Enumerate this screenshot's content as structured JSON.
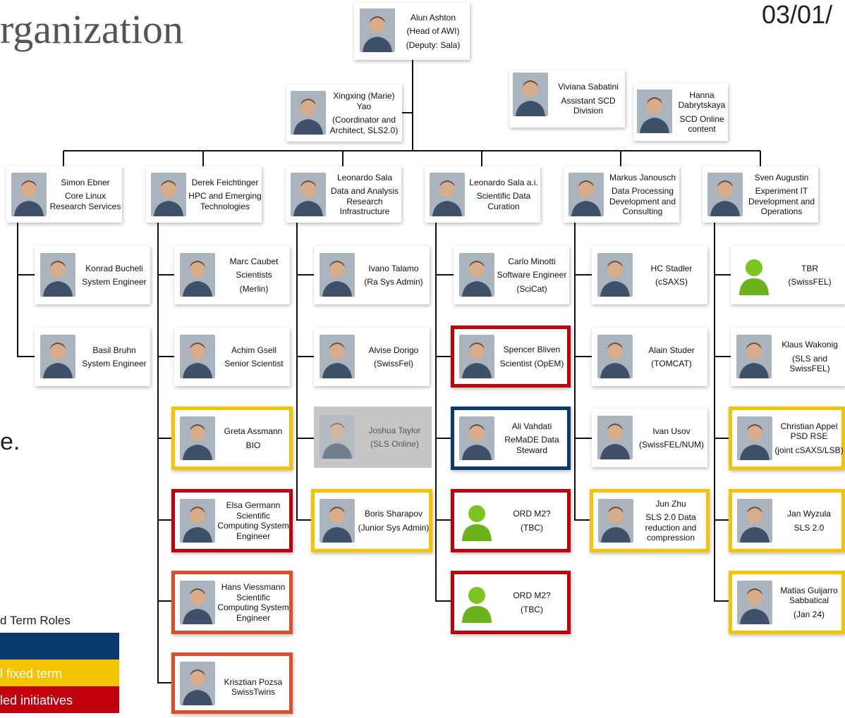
{
  "header": {
    "title": "rganization",
    "date": "03/01/",
    "side_text": "e."
  },
  "legend": {
    "title": "d Term Roles",
    "items": [
      {
        "label": "",
        "color": "#0b3a6f"
      },
      {
        "label": "l fixed term",
        "color": "#f5c400"
      },
      {
        "label": "led initiatives",
        "color": "#c0000c"
      }
    ]
  },
  "colors": {
    "yellow": "#f5c400",
    "red": "#c0000c",
    "orange": "#d94f2b",
    "blue": "#0b3a6f"
  },
  "head": {
    "name": "Alun Ashton",
    "role": "(Head of AWI)",
    "deputy": "(Deputy: Sala)"
  },
  "staff": [
    {
      "name": "Xingxing (Marie)",
      "name2": "Yao",
      "role": "(Coordinator and",
      "role2": "Architect, SLS2.0)"
    },
    {
      "name": "Viviana Sabatini",
      "role": "Assistant SCD",
      "role2": "Division"
    },
    {
      "name": "Hanna",
      "name2": "Dabrytskaya",
      "role": "SCD Online",
      "role2": "content"
    }
  ],
  "groups": [
    {
      "lead": "Simon Ebner",
      "role": "Core Linux",
      "role2": "Research Services"
    },
    {
      "lead": "Derek Feichtinger",
      "role": "HPC and Emerging",
      "role2": "Technologies"
    },
    {
      "lead": "Leonardo Sala",
      "role": "Data and Analysis",
      "role2": "Research",
      "role3": "Infrastructure"
    },
    {
      "lead": "Leonardo Sala a.i.",
      "role": "Scientific Data",
      "role2": "Curation"
    },
    {
      "lead": "Markus Janousch",
      "role": "Data Processing",
      "role2": "Development and",
      "role3": "Consulting"
    },
    {
      "lead": "Sven Augustin",
      "role": "Experiment IT",
      "role2": "Development and",
      "role3": "Operations"
    }
  ],
  "members": {
    "col1": [
      {
        "name": "Konrad Bucheli",
        "role": "System Engineer"
      },
      {
        "name": "Basil Bruhn",
        "role": "System Engineer"
      }
    ],
    "col2": [
      {
        "name": "Marc Caubet",
        "role": "Scientists",
        "role2": "(Merlin)"
      },
      {
        "name": "Achim Gsell",
        "role": "Senior Scientist"
      },
      {
        "name": "Greta Assmann",
        "role": "BIO",
        "status": "yellow"
      },
      {
        "name": "Elsa Germann",
        "role": "Scientific",
        "role2": "Computing System",
        "role3": "Engineer",
        "status": "red"
      },
      {
        "name": "Hans  Viessmann",
        "role": "Scientific",
        "role2": "Computing System",
        "role3": "Engineer",
        "status": "orange"
      },
      {
        "name": "Krisztian Pozsa",
        "role": "SwissTwins",
        "status": "orange"
      }
    ],
    "col3": [
      {
        "name": "Ivano Talamo",
        "role": "(Ra Sys Admin)"
      },
      {
        "name": "Alvise Dorigo",
        "role": "(SwissFel)"
      },
      {
        "name": "Joshua Taylor",
        "role": "(SLS Online)",
        "status": "grey"
      },
      {
        "name": "Boris Sharapov",
        "role": "(Junior Sys Admin)",
        "status": "yellow"
      }
    ],
    "col4": [
      {
        "name": "Carlo Minotti",
        "role": "Software Engineer",
        "role2": "(SciCat)"
      },
      {
        "name": "Spencer Bliven",
        "role": "Scientist (OpEM)",
        "status": "red"
      },
      {
        "name": "Ali Vahdati",
        "role": "ReMaDE Data",
        "role2": "Steward",
        "status": "blue"
      },
      {
        "name": "ORD M2?",
        "role": "(TBC)",
        "status": "red"
      },
      {
        "name": "ORD M2?",
        "role": "(TBC)",
        "status": "red"
      }
    ],
    "col5": [
      {
        "name": "HC Stadler",
        "role": "(cSAXS)"
      },
      {
        "name": "Alain Studer",
        "role": "(TOMCAT)"
      },
      {
        "name": "Ivan Usov",
        "role": "(SwissFEL/NUM)"
      },
      {
        "name": "Jun Zhu",
        "role": "SLS 2.0 Data",
        "role2": "reduction and",
        "role3": "compression",
        "status": "yellow"
      }
    ],
    "col6": [
      {
        "name": "TBR",
        "role": "(SwissFEL)"
      },
      {
        "name": "Klaus Wakonig",
        "role": "(SLS and SwissFEL)"
      },
      {
        "name": "Christian Appel",
        "role": "PSD RSE",
        "role2": "(joint cSAXS/LSB)",
        "status": "yellow"
      },
      {
        "name": "Jan Wyzula",
        "role": "SLS 2.0",
        "status": "yellow"
      },
      {
        "name": "Matias Guijarro",
        "role": "Sabbatical",
        "role2": "(Jan 24)",
        "status": "yellow"
      }
    ]
  }
}
